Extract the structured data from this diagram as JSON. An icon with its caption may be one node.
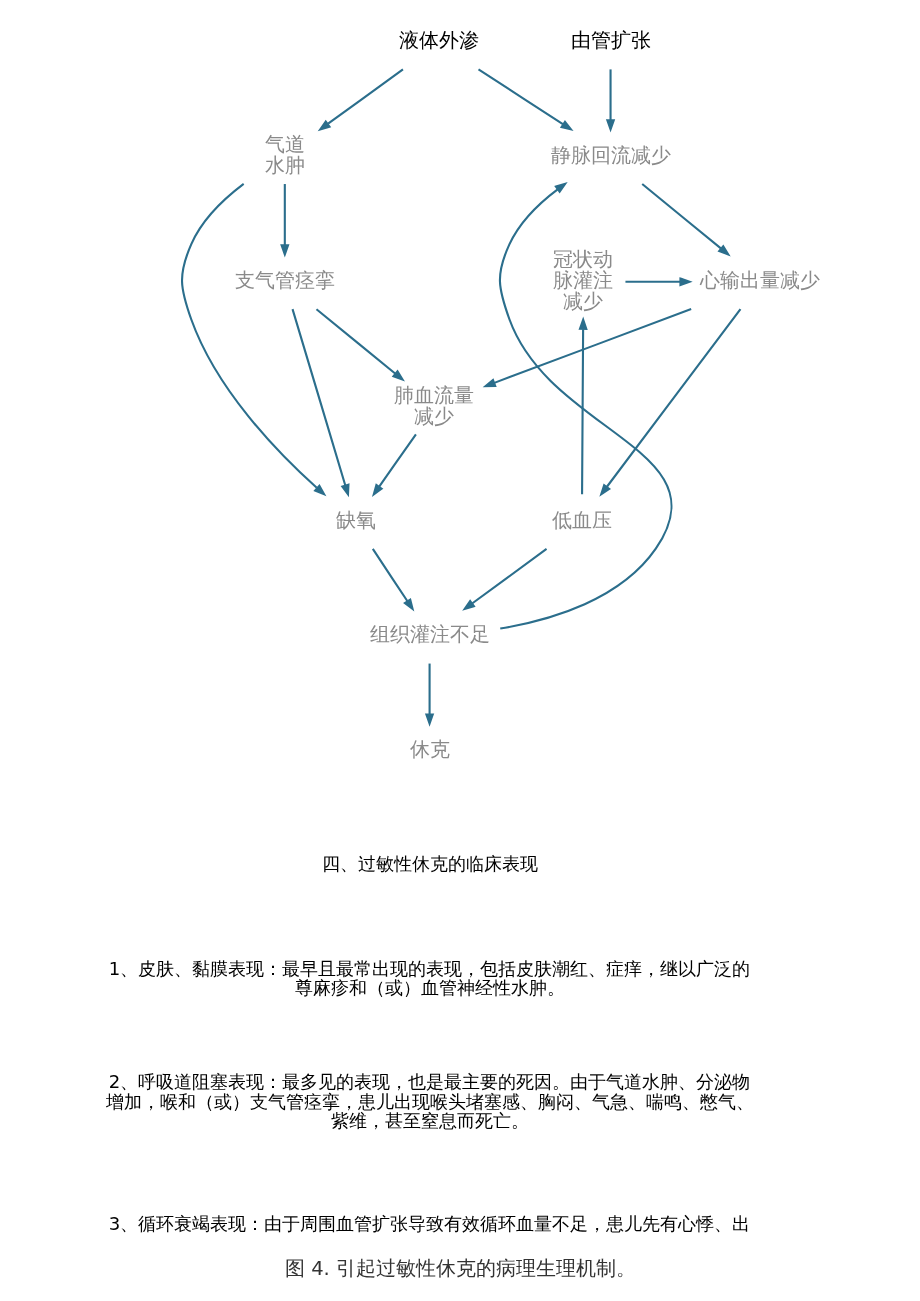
{
  "diagram": {
    "caption": "图 4. 引起过敏性休克的病理生理机制。",
    "nodes": [
      {
        "text": [
          "液体外渗"
        ]
      },
      {
        "text": [
          "由管扩张"
        ]
      },
      {
        "text": [
          "气道水肿"
        ]
      },
      {
        "text": [
          "静脉回流减少"
        ]
      },
      {
        "text": [
          "支气管痉挛"
        ]
      },
      {
        "text": [
          "心输出量减少"
        ]
      },
      {
        "text": [
          "冠状动脉灌注减少"
        ]
      },
      {
        "text": [
          "肺血流量减少"
        ]
      },
      {
        "text": [
          "缺氧"
        ]
      },
      {
        "text": [
          "低血压"
        ]
      },
      {
        "text": [
          "组织灌注不足"
        ]
      },
      {
        "text": [
          "休克"
        ]
      }
    ],
    "edges": [
      {
        "from": 0,
        "to": 2,
        "arrow": "to"
      },
      {
        "from": 0,
        "to": 3,
        "arrow": "to"
      },
      {
        "from": 1,
        "to": 3,
        "arrow": "to"
      },
      {
        "from": 2,
        "to": 4,
        "arrow": "to"
      },
      {
        "from": 2,
        "to": 8,
        "arrow": "to"
      },
      {
        "from": 3,
        "to": 5,
        "arrow": "to"
      },
      {
        "from": 6,
        "to": 5,
        "arrow": "to"
      },
      {
        "from": 4,
        "to": 7,
        "arrow": "to"
      },
      {
        "from": 4,
        "to": 8,
        "arrow": "to"
      },
      {
        "from": 5,
        "to": 7,
        "arrow": "to"
      },
      {
        "from": 5,
        "to": 9,
        "arrow": "to"
      },
      {
        "from": 7,
        "to": 8,
        "arrow": "to"
      },
      {
        "from": 8,
        "to": 10,
        "arrow": "to"
      },
      {
        "from": 9,
        "to": 10,
        "arrow": "to"
      },
      {
        "from": 9,
        "to": 6,
        "arrow": "to"
      },
      {
        "from": 10,
        "to": 3,
        "arrow": "to"
      },
      {
        "from": 10,
        "to": 11,
        "arrow": "to"
      }
    ],
    "labels": [
      "四、过敏性休克的临床表现",
      "1、皮肤、黏膜表现：最早且最常出现的表现，包括皮肤潮红、症痒，继以广泛的尊麻疹和（或）血管神经性水肿。",
      "2、呼吸道阻塞表现：最多见的表现，也是最主要的死因。由于气道水肿、分泌物增加，喉和（或）支气管痉挛，患儿出现喉头堵塞感、胸闷、气急、喘鸣、憋气、紫维，甚至窒息而死亡。",
      "3、循环衰竭表现：由于周围血管扩张导致有效循环血量不足，患儿先有心悸、出"
    ]
  }
}
